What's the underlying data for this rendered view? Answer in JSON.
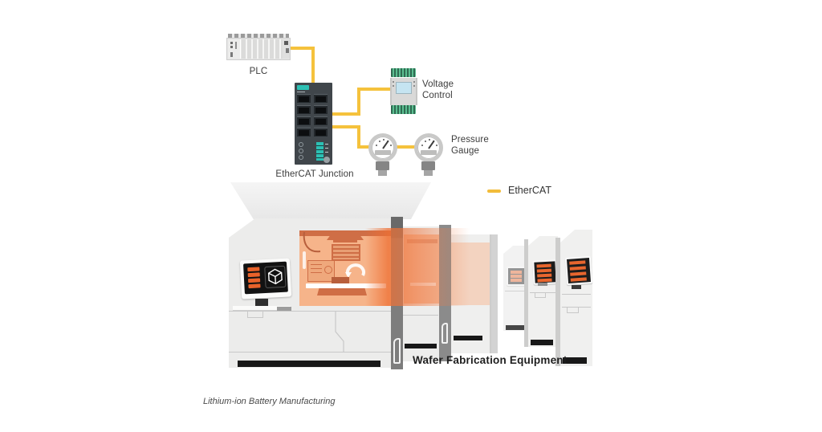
{
  "network": {
    "plc": {
      "label": "PLC"
    },
    "junction": {
      "label": "EtherCAT Junction"
    },
    "voltage_control": {
      "label_line1": "Voltage",
      "label_line2": "Control"
    },
    "pressure_gauge": {
      "label_line1": "Pressure",
      "label_line2": "Gauge",
      "gauge_count": 2
    },
    "port_count": 8
  },
  "legend": {
    "label": "EtherCAT",
    "line_color": "#F5C23C"
  },
  "equipment": {
    "label": "Wafer Fabrication Equipment"
  },
  "caption": {
    "text": "Lithium-ion Battery Manufacturing"
  },
  "colors": {
    "ethercat_line": "#F5C23C",
    "junction_teal": "#2CC0B4",
    "chamber_orange": "#F6B48A",
    "glow_orange": "#EE6F33",
    "machine_gray": "#ECECEB",
    "terminal_green": "#5BBE90"
  }
}
